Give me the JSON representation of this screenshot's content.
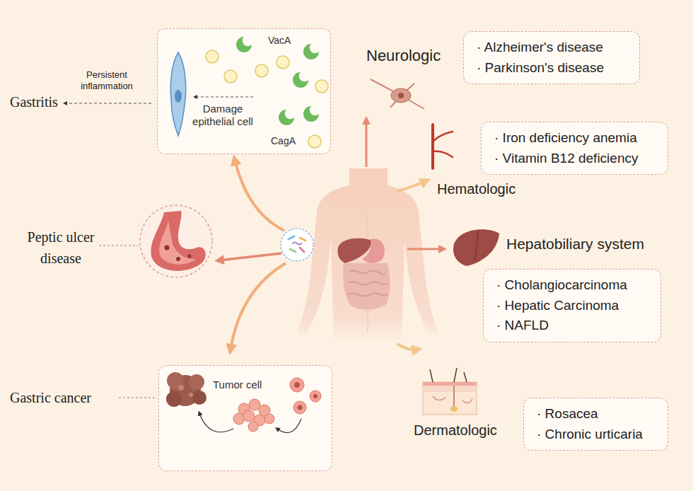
{
  "diagram": {
    "nodes": [
      {
        "text": [
          "Damage epithelial cell",
          "VacA",
          "CagA"
        ]
      },
      {
        "text": [
          "· Alzheimer's disease",
          "· Parkinson's disease"
        ]
      },
      {
        "text": [
          "· Iron deficiency anemia",
          "· Vitamin B12 deficiency"
        ]
      },
      {
        "text": [
          "· Cholangiocarcinoma",
          "· Hepatic Carcinoma",
          "· NAFLD"
        ]
      },
      {
        "text": [
          "Tumor cell"
        ]
      },
      {
        "text": [
          "· Rosacea",
          "· Chronic urticaria"
        ]
      }
    ],
    "labels": [
      "Gastritis",
      "Persistent inflammation",
      "Neurologic",
      "Hematologic",
      "Peptic ulcer disease",
      "Hepatobiliary system",
      "Gastric cancer",
      "Dermatologic"
    ]
  }
}
